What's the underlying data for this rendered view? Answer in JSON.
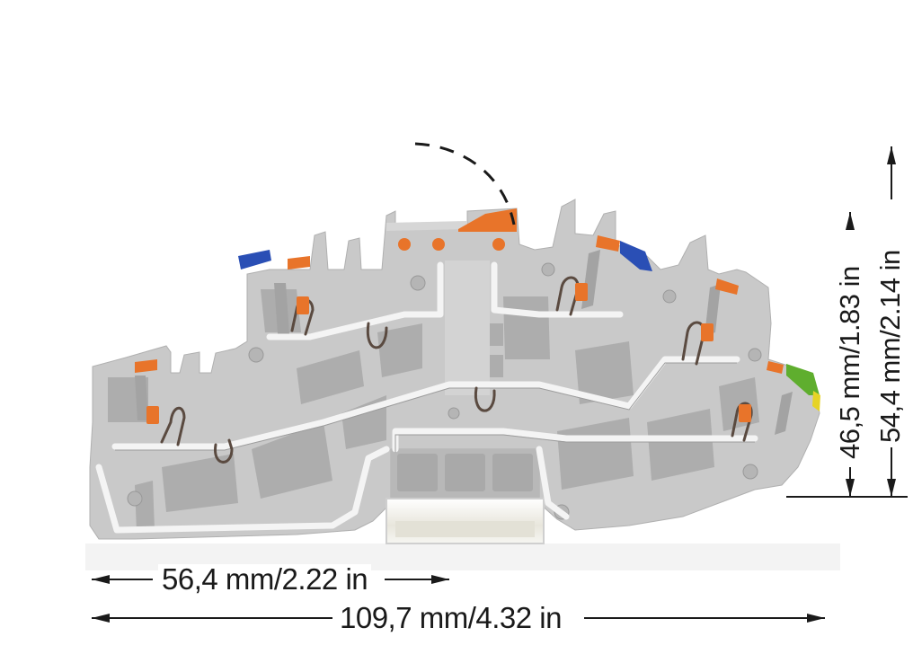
{
  "figure": {
    "subject": "multi-level terminal block, side view",
    "colors": {
      "housing": "#c9c9c9",
      "housing_shadow": "#a9a9a9",
      "housing_light": "#dcdcdc",
      "busbar": "#f2f2f2",
      "lever_orange": "#e8742a",
      "marker_blue": "#2a4fb5",
      "marker_green": "#5fae2e",
      "marker_yellow": "#e6d326",
      "spring": "#5a4a40",
      "dimension_line": "#1a1a1a"
    }
  },
  "dimensions": {
    "width_partial": {
      "label": "56,4 mm/2.22 in",
      "mm": 56.4,
      "in": 2.22
    },
    "width_total": {
      "label": "109,7 mm/4.32 in",
      "mm": 109.7,
      "in": 4.32
    },
    "height_inner": {
      "label": "46,5 mm/1.83 in",
      "mm": 46.5,
      "in": 1.83
    },
    "height_total": {
      "label": "54,4 mm/2.14 in",
      "mm": 54.4,
      "in": 2.14
    }
  },
  "annotations": {
    "lever_swing_arc": "dashed arc indicating lever opening"
  }
}
